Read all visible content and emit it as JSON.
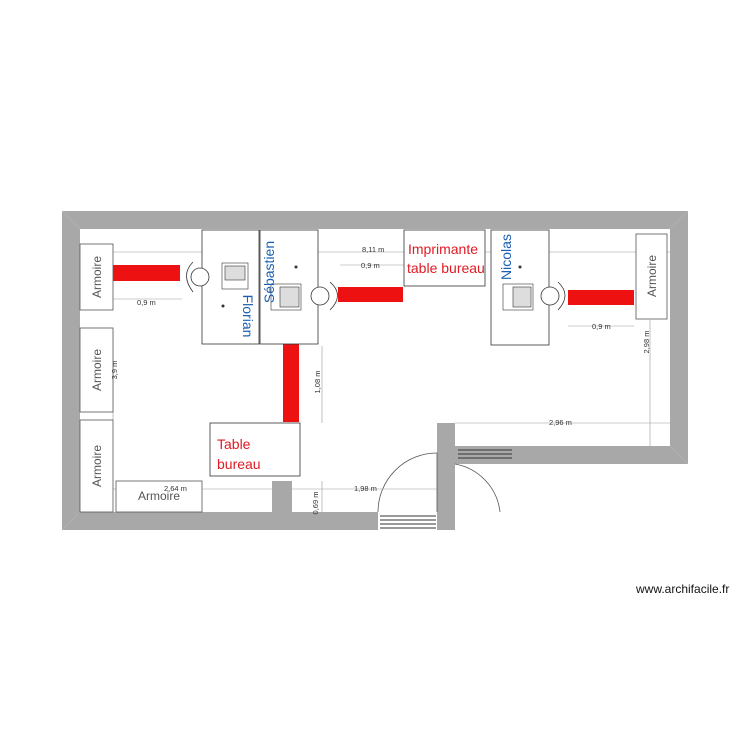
{
  "furniture": {
    "armoire_1": "Armoire",
    "armoire_2": "Armoire",
    "armoire_3": "Armoire",
    "armoire_4": "Armoire",
    "armoire_5": "Armoire"
  },
  "labels": {
    "florian": "Florian",
    "sebastien": "Sébastien",
    "nicolas": "Nicolas",
    "imprimante_line1": "Imprimante",
    "imprimante_line2": "table bureau",
    "table_line1": "Table",
    "table_line2": "bureau"
  },
  "dimensions": {
    "total_width": "8,11 m",
    "gap_top": "0,9 m",
    "left_clearance": "0,9 m",
    "right_clearance": "0,9 m",
    "vertical_gap": "1,08 m",
    "right_height": "2,98 m",
    "left_height": "3,9 m",
    "alcove_width": "2,96 m",
    "bottom_left": "2,64 m",
    "bottom_mid": "1,98 m",
    "door_height": "0,69 m"
  },
  "watermark": "www.archifacile.fr",
  "colors": {
    "wall": "#a8a8a8",
    "clearance": "#ee1111",
    "label_blue": "#1a5fb4",
    "label_red": "#e01b24"
  }
}
